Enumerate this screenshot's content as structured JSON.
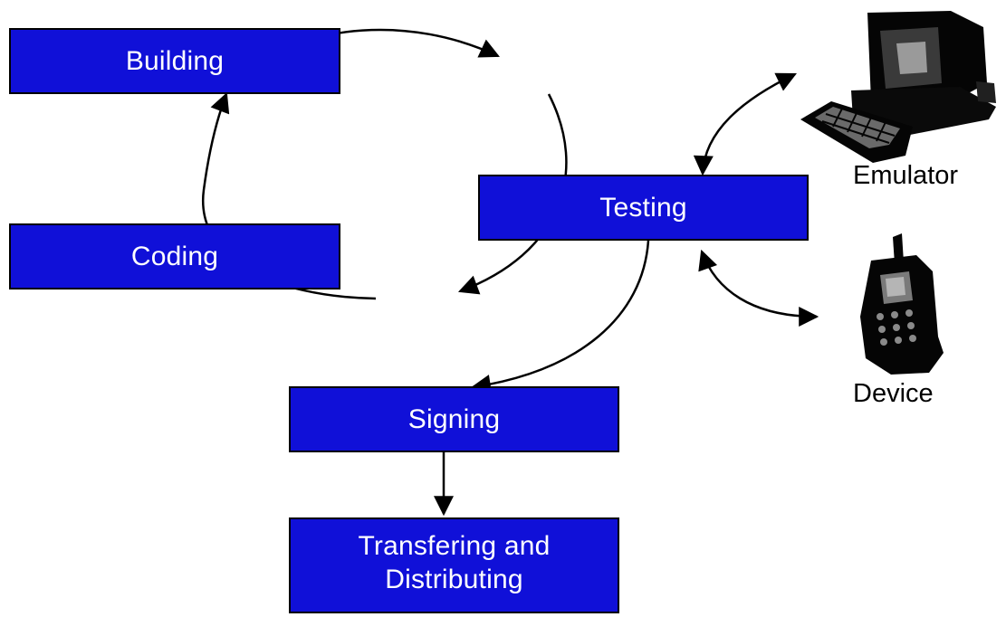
{
  "stages": {
    "building": "Building",
    "coding": "Coding",
    "testing": "Testing",
    "signing": "Signing",
    "transfer_line1": "Transfering and",
    "transfer_line2": "Distributing"
  },
  "targets": {
    "emulator": "Emulator",
    "device": "Device"
  },
  "icons": {
    "emulator": "desktop-computer-icon",
    "device": "mobile-phone-icon"
  },
  "colors": {
    "box_fill": "#1010d8",
    "box_text": "#ffffff",
    "line": "#000000"
  }
}
